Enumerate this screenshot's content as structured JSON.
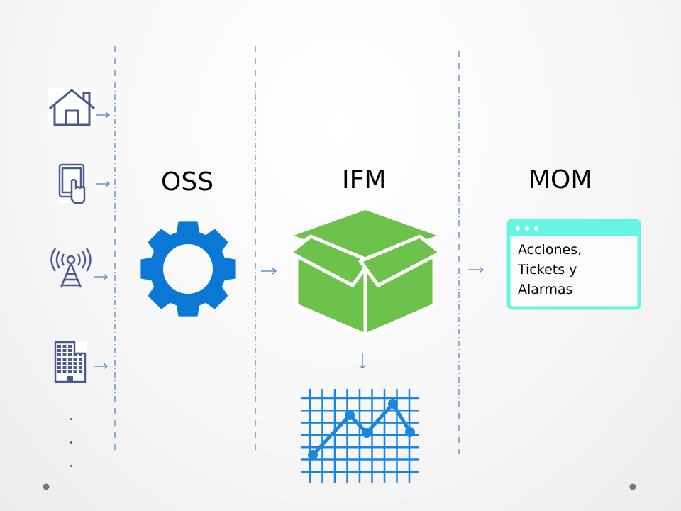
{
  "labels": {
    "oss": "OSS",
    "ifm": "IFM",
    "mom": "MOM"
  },
  "mom_window": {
    "lines": [
      "Acciones,",
      "Tickets y",
      "Alarmas"
    ]
  },
  "colors": {
    "icon_navy": "#4a5a8e",
    "gear_blue": "#0a78d4",
    "box_green": "#6cc24a",
    "window_cyan": "#66f5e0",
    "chart_blue": "#1a86e0",
    "arrow_blue": "#4a7ec4"
  }
}
